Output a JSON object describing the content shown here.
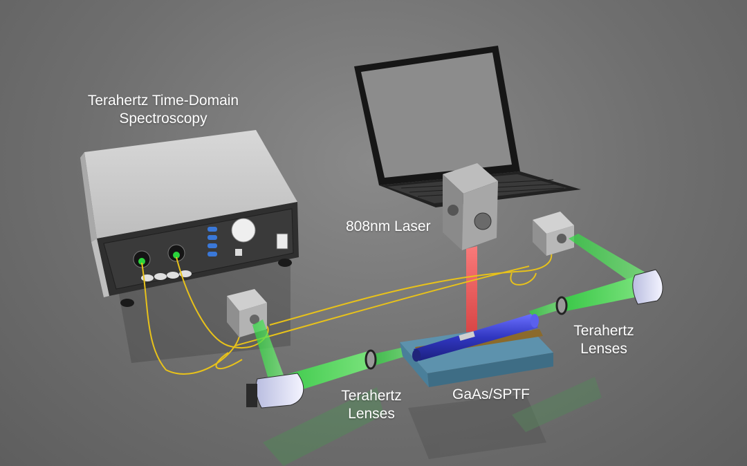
{
  "labels": {
    "thz_tds": {
      "line1": "Terahertz Time-Domain",
      "line2": "Spectroscopy"
    },
    "laser": "808nm Laser",
    "lenses_right": {
      "line1": "Terahertz",
      "line2": "Lenses"
    },
    "lenses_left": {
      "line1": "Terahertz",
      "line2": "Lenses"
    },
    "sample": "GaAs/SPTF"
  },
  "colors": {
    "background": "#6f6f6f",
    "thz_beam": "#39e04a",
    "laser_beam": "#ff5a5a",
    "fiber": "#e8c21a",
    "sample_rod": "#3a3fc9",
    "substrate": "#4a7f9a",
    "instrument_body": "#e6e6e6",
    "instrument_panel": "#3a3a3a"
  }
}
